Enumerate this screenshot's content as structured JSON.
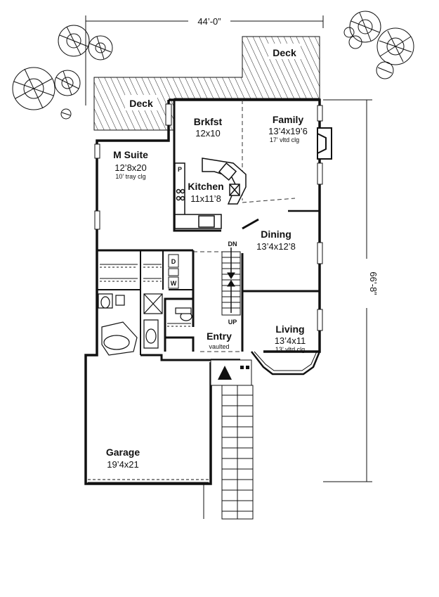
{
  "plan": {
    "width_dim": "44’-0”",
    "depth_dim": "66’-8”"
  },
  "rooms": {
    "deck_left": {
      "name": "Deck"
    },
    "deck_right": {
      "name": "Deck"
    },
    "brkfst": {
      "name": "Brkfst",
      "dim": "12x10"
    },
    "family": {
      "name": "Family",
      "dim": "13’4x19’6",
      "note": "17’ vltd clg"
    },
    "msuite": {
      "name": "M Suite",
      "dim": "12’8x20",
      "note": "10’ tray clg"
    },
    "kitchen": {
      "name": "Kitchen",
      "dim": "11x11’8"
    },
    "dining": {
      "name": "Dining",
      "dim": "13’4x12’8"
    },
    "entry": {
      "name": "Entry",
      "note": "vaulted"
    },
    "living": {
      "name": "Living",
      "dim": "13’4x11",
      "note": "13’ vltd clg"
    },
    "garage": {
      "name": "Garage",
      "dim": "19’4x21"
    }
  },
  "labels": {
    "pantry": "P",
    "dryer": "D",
    "washer": "W",
    "stairs_down": "DN",
    "stairs_up": "UP"
  }
}
